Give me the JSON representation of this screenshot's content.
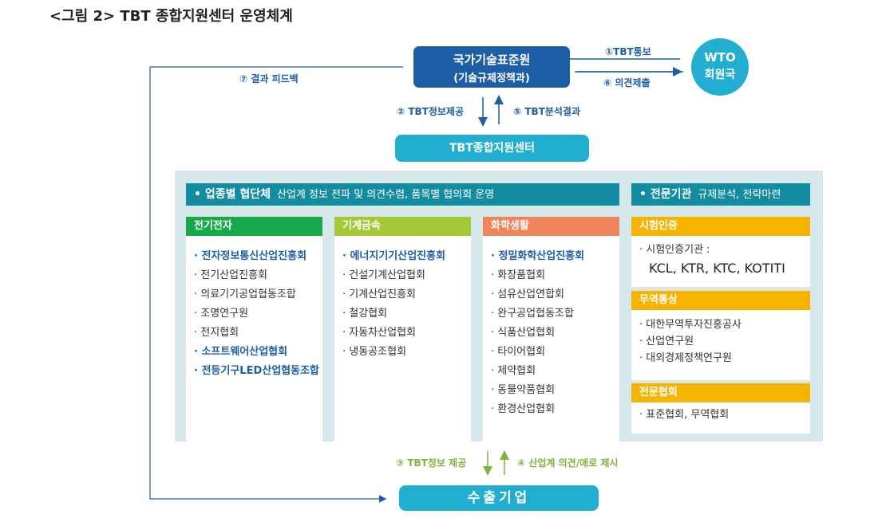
{
  "caption": "<그림 2> TBT 종합지원센터 운영체계",
  "ksa": {
    "title": "국가기술표준원",
    "subtitle": "(기술규제정책과)"
  },
  "wto": {
    "line1": "WTO",
    "line2": "회원국"
  },
  "arrows": {
    "a1": "①TBT통보",
    "a6": "⑥ 의견제출",
    "a7": "⑦ 결과 피드백",
    "a2": "② TBT정보제공",
    "a5": "⑤ TBT분석결과",
    "a3": "③ TBT정보 제공",
    "a4": "④ 산업계 의견/애로 제시"
  },
  "center": {
    "title": "TBT종합지원센터"
  },
  "industry": {
    "title": "• 업종별 협단체",
    "desc": "산업계 정보 전파 및 의견수렴, 품목별 협의회 운영"
  },
  "expert": {
    "title": "• 전문기관",
    "desc": "규제분석, 전략마련"
  },
  "columns": [
    {
      "title": "전기전자",
      "color": "#16a84b",
      "items": [
        {
          "text": "· 전자정보통신산업진흥회",
          "hl": true
        },
        {
          "text": "· 전기산업진흥회",
          "hl": false
        },
        {
          "text": "· 의료기기공업협동조합",
          "hl": false
        },
        {
          "text": "· 조명연구원",
          "hl": false
        },
        {
          "text": "· 전지협회",
          "hl": false
        },
        {
          "text": "· 소프트웨어산업협회",
          "hl": true
        },
        {
          "text": "· 전등기구LED산업협동조합",
          "hl": true
        }
      ]
    },
    {
      "title": "기계금속",
      "color": "#a6c93a",
      "items": [
        {
          "text": "· 에너지기기산업진흥회",
          "hl": true
        },
        {
          "text": "· 건설기계산업협회",
          "hl": false
        },
        {
          "text": "· 기계산업진흥회",
          "hl": false
        },
        {
          "text": "· 철강협회",
          "hl": false
        },
        {
          "text": "· 자동차산업협회",
          "hl": false
        },
        {
          "text": "· 냉동공조협회",
          "hl": false
        }
      ]
    },
    {
      "title": "화학생활",
      "color": "#f0845a",
      "items": [
        {
          "text": "· 정밀화학산업진흥회",
          "hl": true
        },
        {
          "text": "· 화장품협회",
          "hl": false
        },
        {
          "text": "· 섬유산업연합회",
          "hl": false
        },
        {
          "text": "· 완구공업협동조합",
          "hl": false
        },
        {
          "text": "· 식품산업협회",
          "hl": false
        },
        {
          "text": "· 타이어협회",
          "hl": false
        },
        {
          "text": "· 제약협회",
          "hl": false
        },
        {
          "text": "· 동물약품협회",
          "hl": false
        },
        {
          "text": "· 환경산업협회",
          "hl": false
        }
      ]
    }
  ],
  "right": {
    "cert": {
      "title": "시험인증",
      "label": "· 시험인증기관 :",
      "orgs": "KCL, KTR, KTC, KOTITI"
    },
    "trade": {
      "title": "무역통상",
      "items": [
        "· 대한무역투자진흥공사",
        "· 산업연구원",
        "· 대외경제정책연구원"
      ]
    },
    "assoc": {
      "title": "전문협회",
      "items": [
        "· 표준협회, 무역협회"
      ]
    },
    "head_color": "#f4b400"
  },
  "export": {
    "title": "수출기업"
  },
  "colors": {
    "navy": "#1d5ea6",
    "teal": "#138ca1",
    "cyan": "#22aed0",
    "panel": "#d6e8ec",
    "green_arrow": "#7fb33b"
  }
}
